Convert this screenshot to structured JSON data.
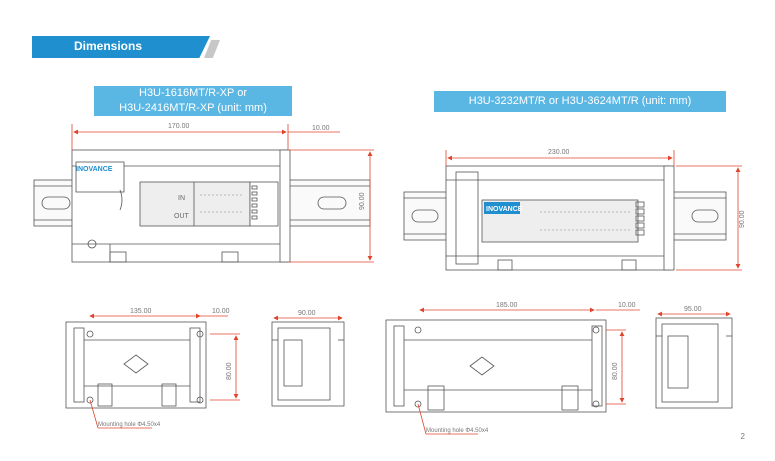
{
  "header": {
    "title": "Dimensions"
  },
  "left_model": {
    "title_line1": "H3U-1616MT/R-XP or",
    "title_line2": "H3U-2416MT/R-XP (unit: mm)",
    "front_width": "170.00",
    "side_offset": "10.00",
    "height": "90.00",
    "io_in": "IN",
    "io_out": "OUT",
    "brand": "INOVANCE",
    "bottom_width": "135.00",
    "bottom_offset": "10.00",
    "bottom_height": "80.00",
    "side_depth": "90.00",
    "mounting_hole": "Mounting hole Φ4.50x4"
  },
  "right_model": {
    "title": "H3U-3232MT/R or H3U-3624MT/R (unit: mm)",
    "front_width": "230.00",
    "height": "90.00",
    "brand": "INOVANCE",
    "bottom_width": "185.00",
    "bottom_offset": "10.00",
    "bottom_height": "80.00",
    "side_depth": "95.00",
    "mounting_hole": "Mounting hole Φ4.50x4"
  },
  "footer": {
    "page_number": "2"
  },
  "colors": {
    "accent": "#1f8fcf",
    "title_bg": "#5ab7e4",
    "dimension": "#e0442c",
    "line": "#555555"
  }
}
